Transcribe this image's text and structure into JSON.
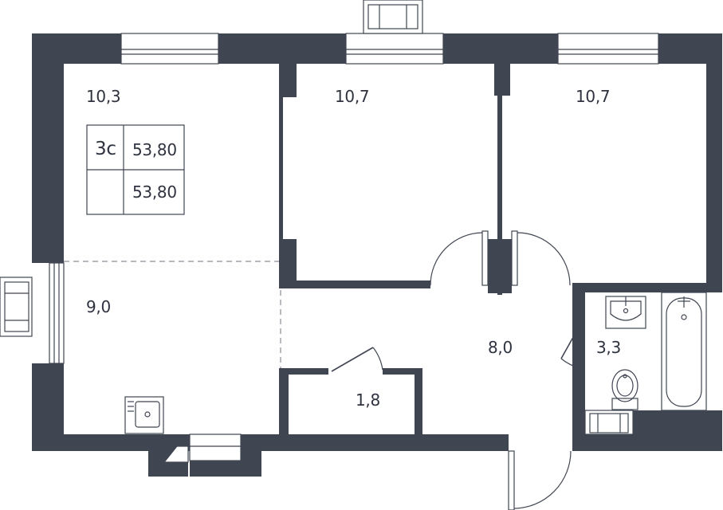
{
  "apartment": {
    "type": "3с",
    "total_area": "53,80",
    "living_area": "53,80"
  },
  "rooms": {
    "living": "10,3",
    "bedroom_middle": "10,7",
    "bedroom_right": "10,7",
    "kitchen": "9,0",
    "hall": "8,0",
    "storage": "1,8",
    "bathroom": "3,3"
  },
  "colors": {
    "wall": "#404552",
    "text": "#2f3340",
    "background": "#ffffff"
  }
}
